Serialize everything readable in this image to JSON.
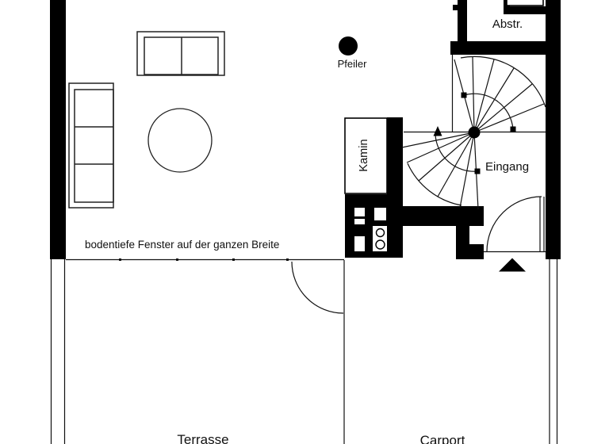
{
  "plan": {
    "type": "floor-plan",
    "labels": {
      "pfeiler": "Pfeiler",
      "abstr": "Abstr.",
      "kamin": "Kamin",
      "eingang": "Eingang",
      "fenster_note": "bodentiefe Fenster auf der ganzen Breite",
      "terrasse": "Terrasse",
      "carport": "Carport"
    },
    "features": {
      "stair": "spiral-staircase",
      "entrance_marker": "triangle-arrow",
      "column": "Pfeiler (round column)",
      "fireplace": "Kamin"
    },
    "colors": {
      "wall": "#000000",
      "background": "#ffffff",
      "line": "#111111"
    }
  }
}
